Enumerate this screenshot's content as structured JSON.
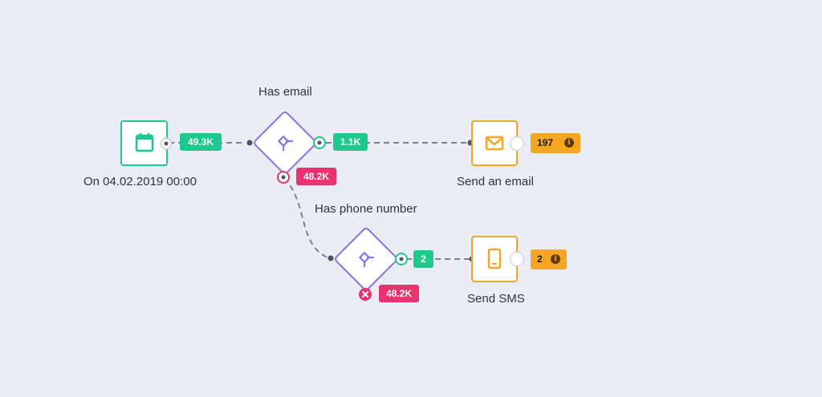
{
  "colors": {
    "background": "#eaedf3",
    "success": "#1ec98e",
    "failure": "#e8336f",
    "action": "#f6a623",
    "condition": "#8d72e1",
    "connector": "#7c7f96"
  },
  "nodes": {
    "trigger": {
      "icon": "calendar-icon",
      "label": "On 04.02.2019 00:00",
      "count": "49.3K"
    },
    "has_email": {
      "icon": "split-icon",
      "label": "Has email",
      "yes_count": "1.1K",
      "no_count": "48.2K"
    },
    "send_email": {
      "icon": "envelope-icon",
      "label": "Send an email",
      "count": "197",
      "info_icon": "info-icon"
    },
    "has_phone": {
      "icon": "split-icon",
      "label": "Has phone number",
      "yes_count": "2",
      "no_count": "48.2K"
    },
    "send_sms": {
      "icon": "phone-icon",
      "label": "Send SMS",
      "count": "2",
      "info_icon": "info-icon"
    }
  }
}
